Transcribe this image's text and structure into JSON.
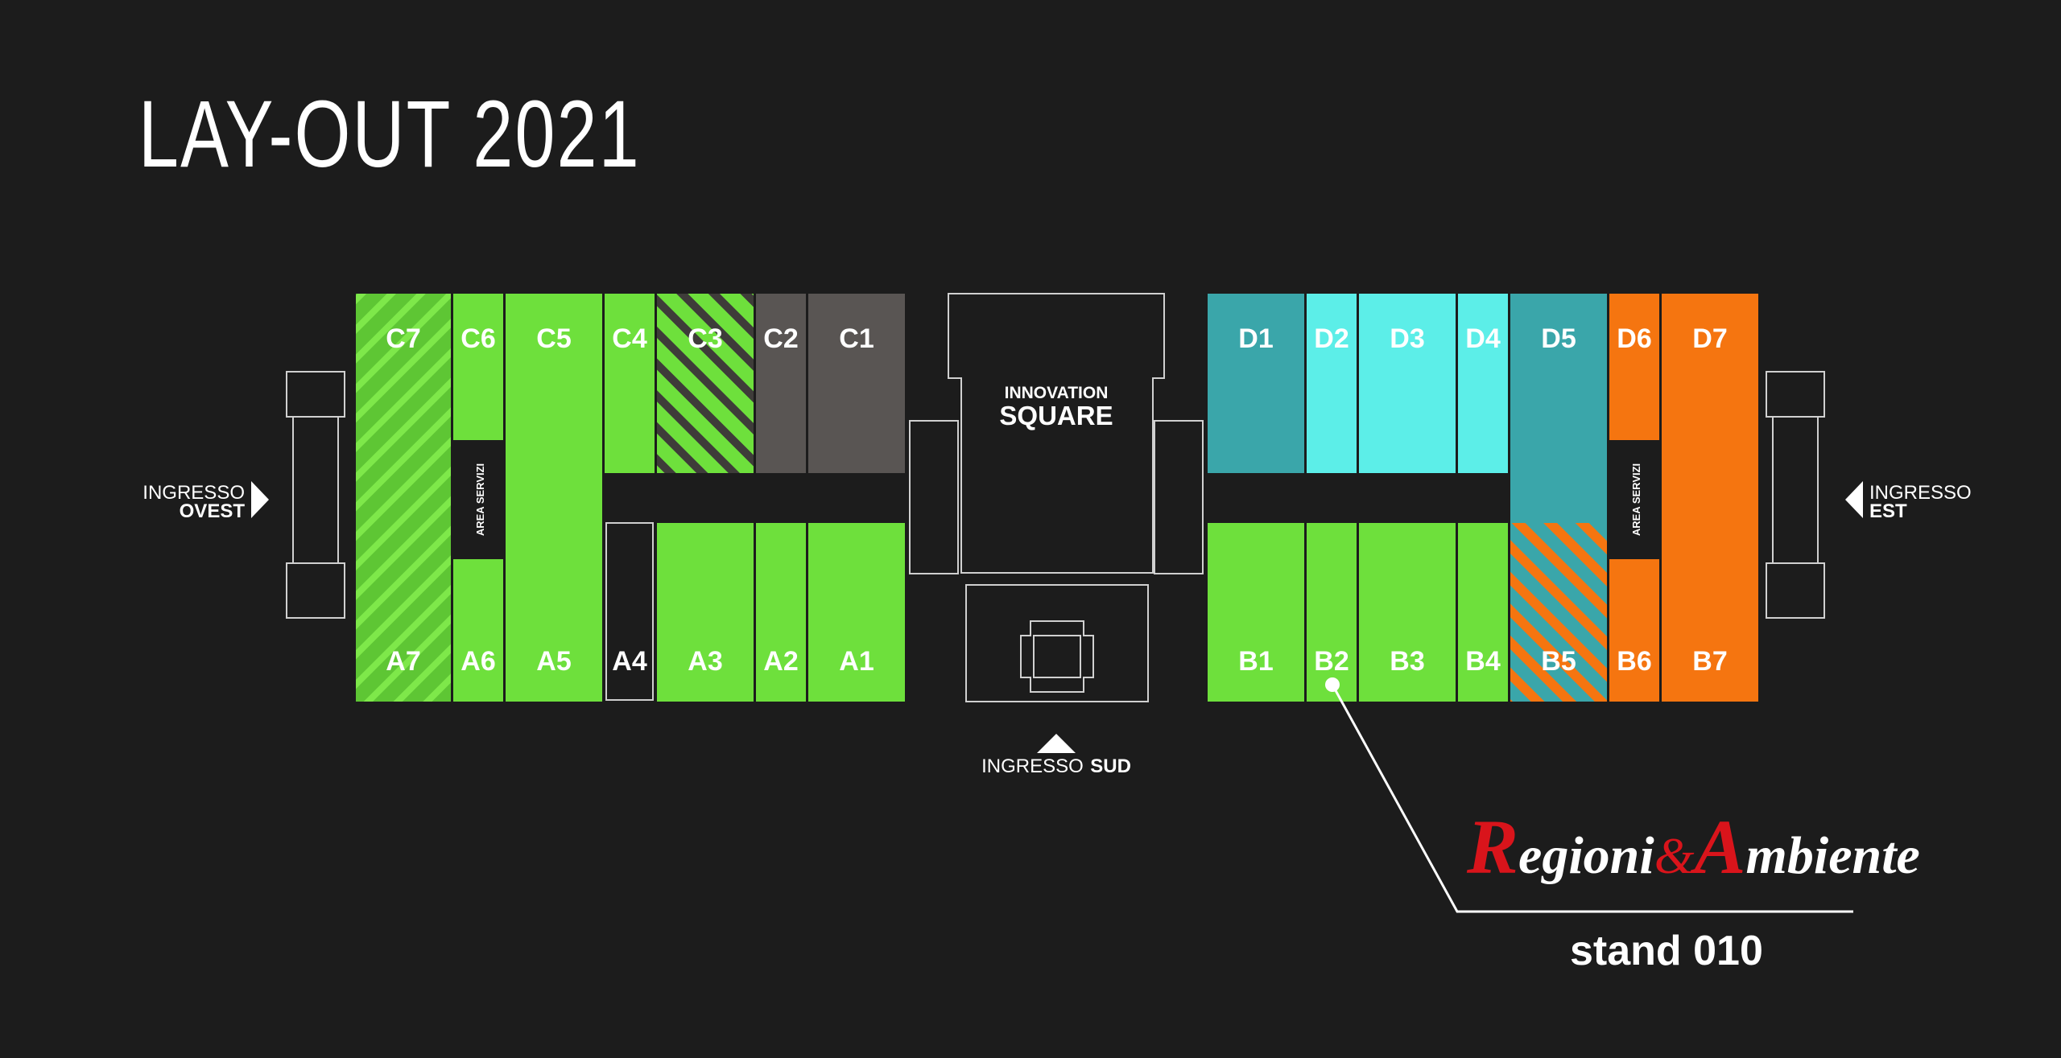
{
  "title": "LAY-OUT 2021",
  "halls": {
    "C7": "C7",
    "C6": "C6",
    "C5": "C5",
    "C4": "C4",
    "C3": "C3",
    "C2": "C2",
    "C1": "C1",
    "A7": "A7",
    "A6": "A6",
    "A5": "A5",
    "A4": "A4",
    "A3": "A3",
    "A2": "A2",
    "A1": "A1",
    "D1": "D1",
    "D2": "D2",
    "D3": "D3",
    "D4": "D4",
    "D5": "D5",
    "D6": "D6",
    "D7": "D7",
    "B1": "B1",
    "B2": "B2",
    "B3": "B3",
    "B4": "B4",
    "B5": "B5",
    "B6": "B6",
    "B7": "B7"
  },
  "service_area_label": "AREA SERVIZI",
  "innovation_square": {
    "line1": "INNOVATION",
    "line2": "SQUARE"
  },
  "entrances": {
    "west": {
      "line1": "INGRESSO",
      "line2": "OVEST"
    },
    "east": {
      "line1": "INGRESSO",
      "line2": "EST"
    },
    "south": {
      "thin": "INGRESSO",
      "bold": "SUD"
    }
  },
  "logo": {
    "r_cap": "R",
    "r_rest": "egioni",
    "amp": "&",
    "a_cap": "A",
    "a_rest": "mbiente"
  },
  "stand": "stand 010",
  "highlighted_hall": "B2",
  "colors": {
    "background": "#1c1c1c",
    "green": "#6ee03c",
    "grey": "#595553",
    "teal": "#3aa6aa",
    "cyan": "#5ceee8",
    "orange": "#f57510",
    "logo_red": "#d9141b"
  }
}
